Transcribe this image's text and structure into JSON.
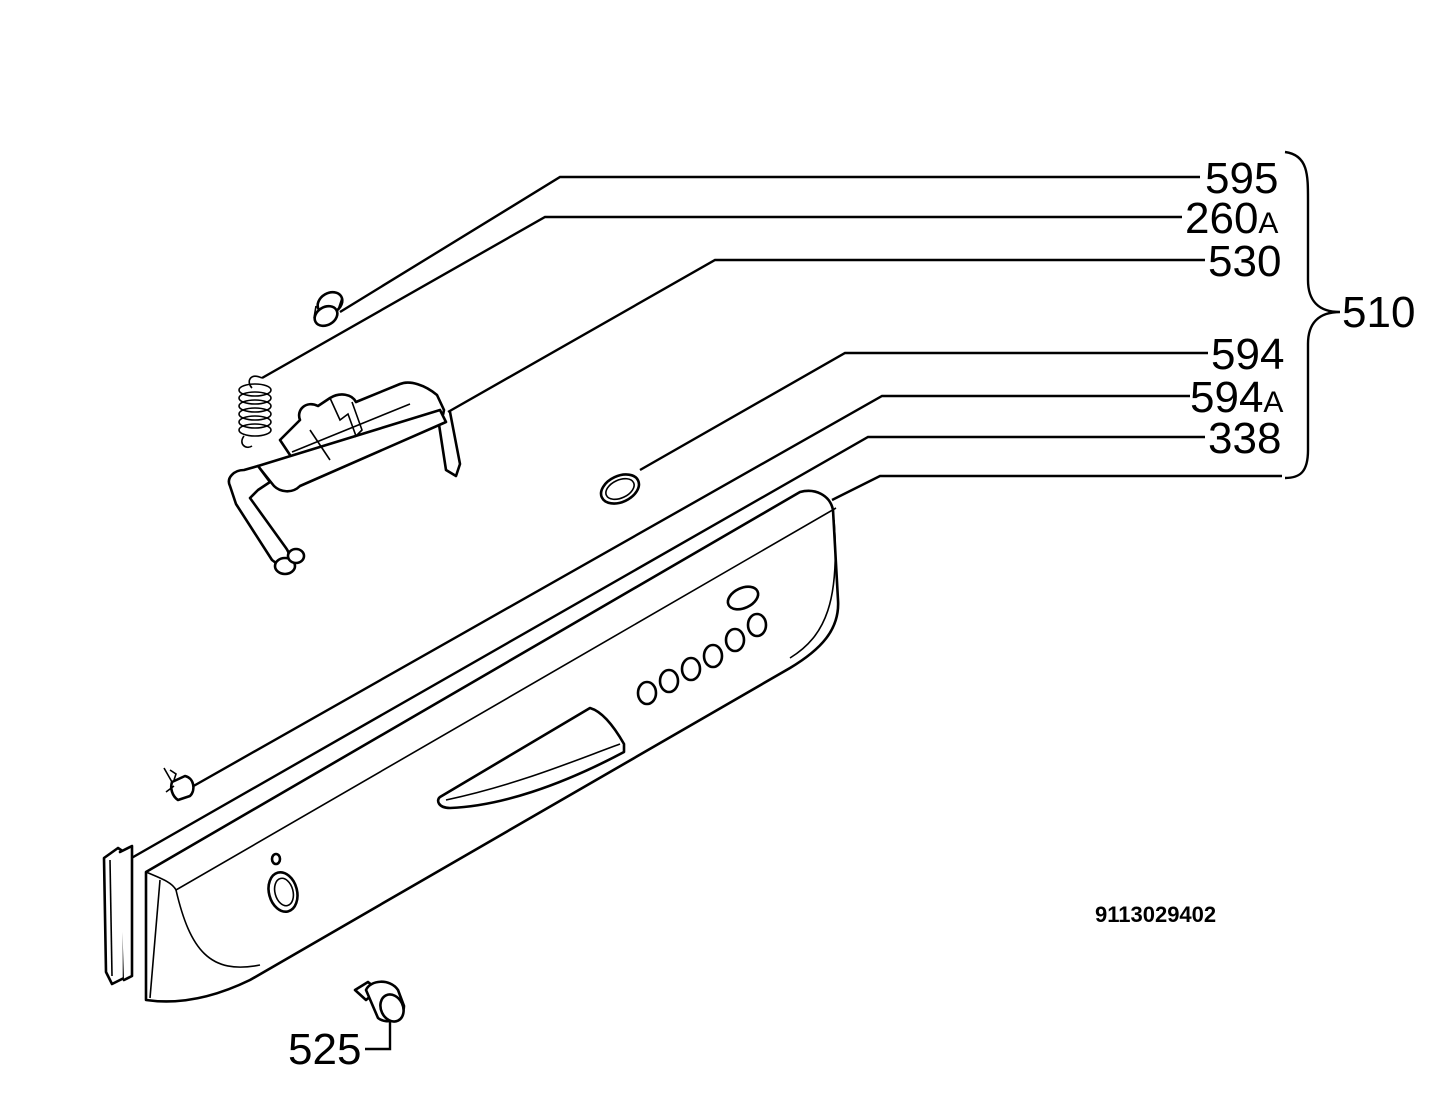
{
  "document_number": "9113029402",
  "group_label": "510",
  "callouts": [
    {
      "id": "595",
      "number": "595",
      "suffix": ""
    },
    {
      "id": "260A",
      "number": "260",
      "suffix": "A"
    },
    {
      "id": "530",
      "number": "530",
      "suffix": ""
    },
    {
      "id": "594",
      "number": "594",
      "suffix": ""
    },
    {
      "id": "594A",
      "number": "594",
      "suffix": "A"
    },
    {
      "id": "338",
      "number": "338",
      "suffix": ""
    },
    {
      "id": "525",
      "number": "525",
      "suffix": ""
    }
  ]
}
